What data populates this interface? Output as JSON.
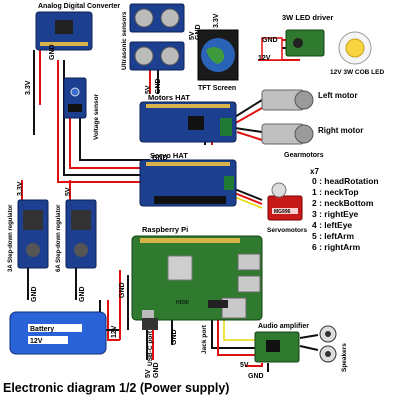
{
  "caption": "Electronic diagram 1/2 (Power supply)",
  "components": {
    "adc": "Analog Digital Converter",
    "voltage_sensor": "Voltage sensor",
    "ultrasonic": "Ultrasonic sensors",
    "tft": "TFT Screen",
    "led_driver": "3W LED driver",
    "led": "12V 3W COB LED",
    "motors_hat": "Motors HAT",
    "left_motor": "Left motor",
    "right_motor": "Right motor",
    "gearmotors": "Gearmotors",
    "servo_hat": "Servo HAT",
    "servomotors": "Servomotors",
    "servo_chip": "MG996",
    "reg_3a": "3A Step-down regulator",
    "reg_6a": "6A Step-down regulator",
    "raspberry": "Raspberry Pi",
    "hdmi": "HDMI",
    "usbc": "USB-C port",
    "jack": "Jack port",
    "audio_amp": "Audio amplifier",
    "speakers": "Speakers",
    "battery": "Battery",
    "battery_v": "12V"
  },
  "servo_list": {
    "count": "x7",
    "items": [
      "0 : headRotation",
      "1 : neckTop",
      "2 : neckBottom",
      "3 : rightEye",
      "4 : leftEye",
      "5 : leftArm",
      "6 : rightArm"
    ]
  },
  "labels": {
    "gnd": "GND",
    "v33": "3.3V",
    "v5": "5V",
    "v12": "12V"
  }
}
